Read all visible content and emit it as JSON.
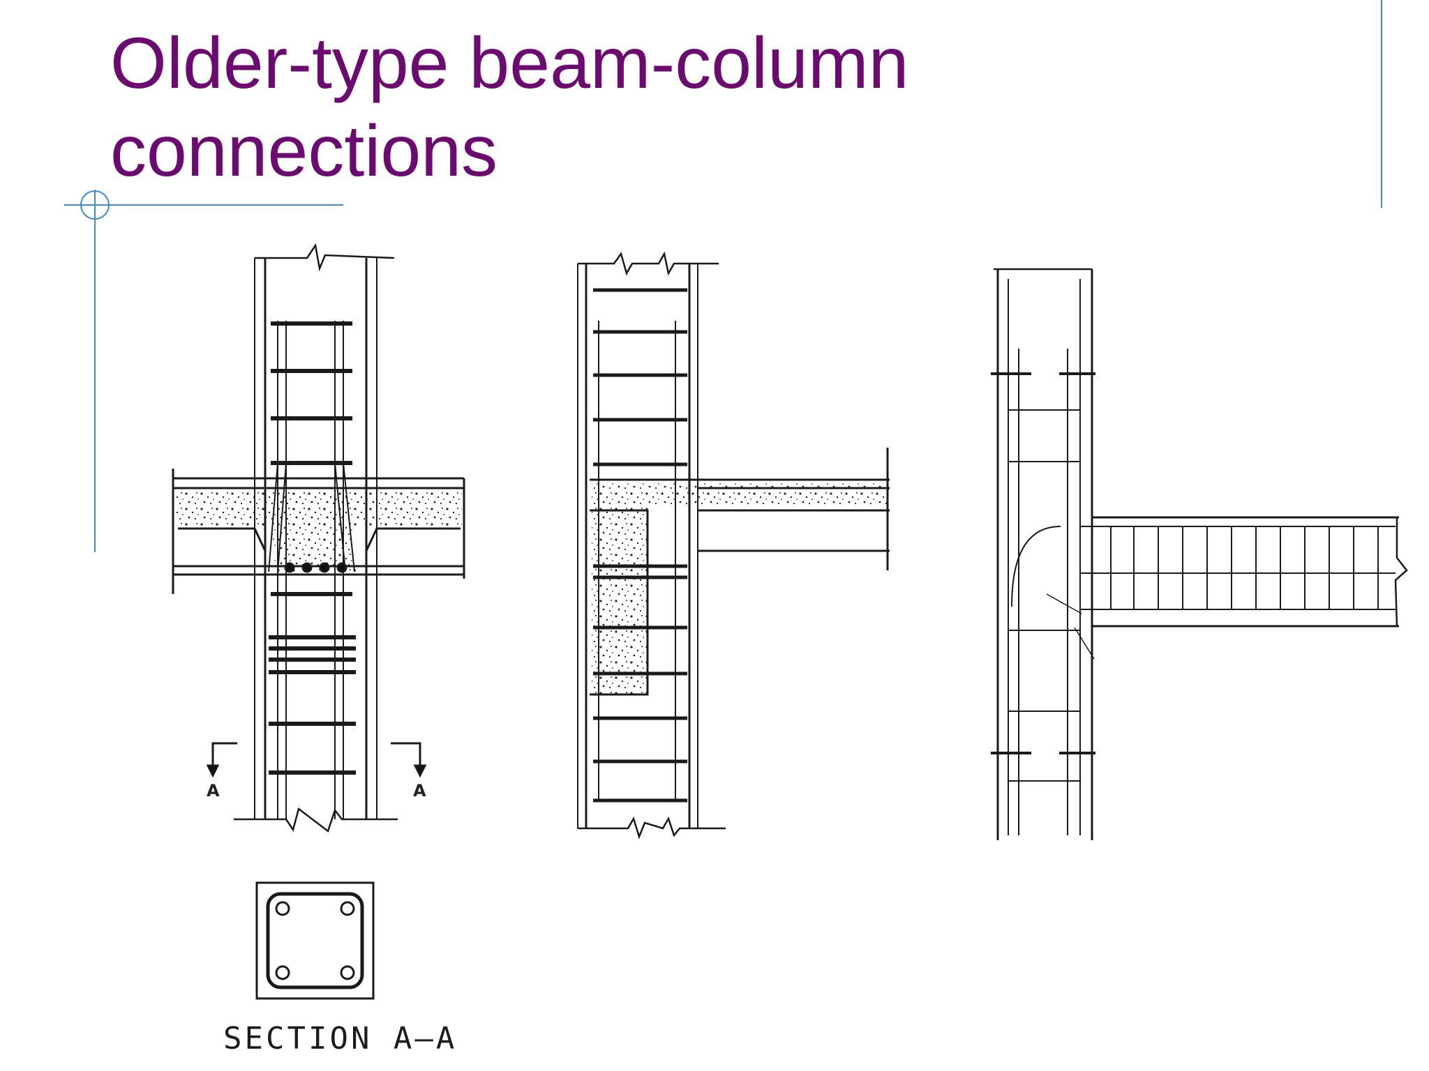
{
  "slide": {
    "title_line1": "Older-type beam-column",
    "title_line2": "connections",
    "accent_color": "#6c0a72",
    "rule_color": "#3f8ad6"
  },
  "figure": {
    "section_label": "SECTION A–A",
    "cut_marker_left": "A",
    "cut_marker_right": "A"
  }
}
